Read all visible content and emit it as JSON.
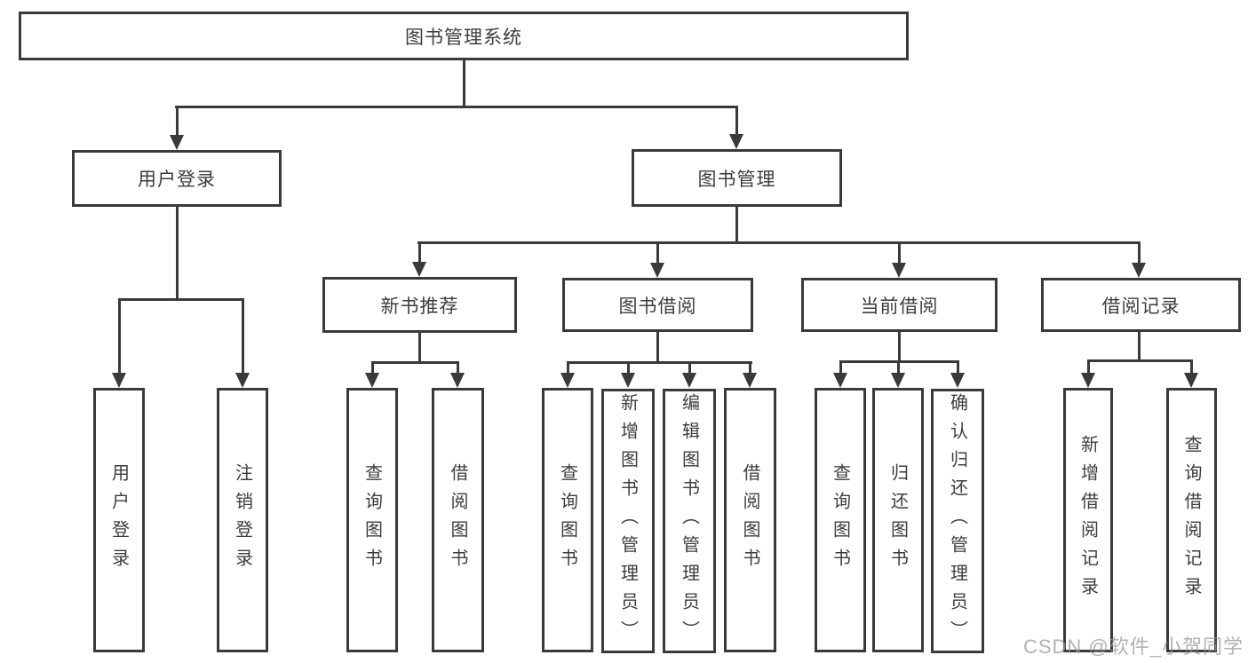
{
  "diagram": {
    "type": "tree",
    "direction": "top-down",
    "colors": {
      "background": "#ffffff",
      "line": "#3a3a3a",
      "box_border": "#3a3a3a",
      "box_fill": "#ffffff",
      "text": "#3d3d3d",
      "watermark": "#94989e"
    }
  },
  "tree": {
    "label": "图书管理系统",
    "children": [
      {
        "label": "用户登录",
        "children": [
          {
            "label": "用户登录"
          },
          {
            "label": "注销登录"
          }
        ]
      },
      {
        "label": "图书管理",
        "children": [
          {
            "label": "新书推荐",
            "children": [
              {
                "label": "查询图书"
              },
              {
                "label": "借阅图书"
              }
            ]
          },
          {
            "label": "图书借阅",
            "children": [
              {
                "label": "查询图书"
              },
              {
                "label": "新增图书（管理员）"
              },
              {
                "label": "编辑图书（管理员）"
              },
              {
                "label": "借阅图书"
              }
            ]
          },
          {
            "label": "当前借阅",
            "children": [
              {
                "label": "查询图书"
              },
              {
                "label": "归还图书"
              },
              {
                "label": "确认归还（管理员）"
              }
            ]
          },
          {
            "label": "借阅记录",
            "children": [
              {
                "label": "新增借阅记录"
              },
              {
                "label": "查询借阅记录"
              }
            ]
          }
        ]
      }
    ]
  },
  "watermark": {
    "text": "CSDN @软件_小贺同学"
  }
}
